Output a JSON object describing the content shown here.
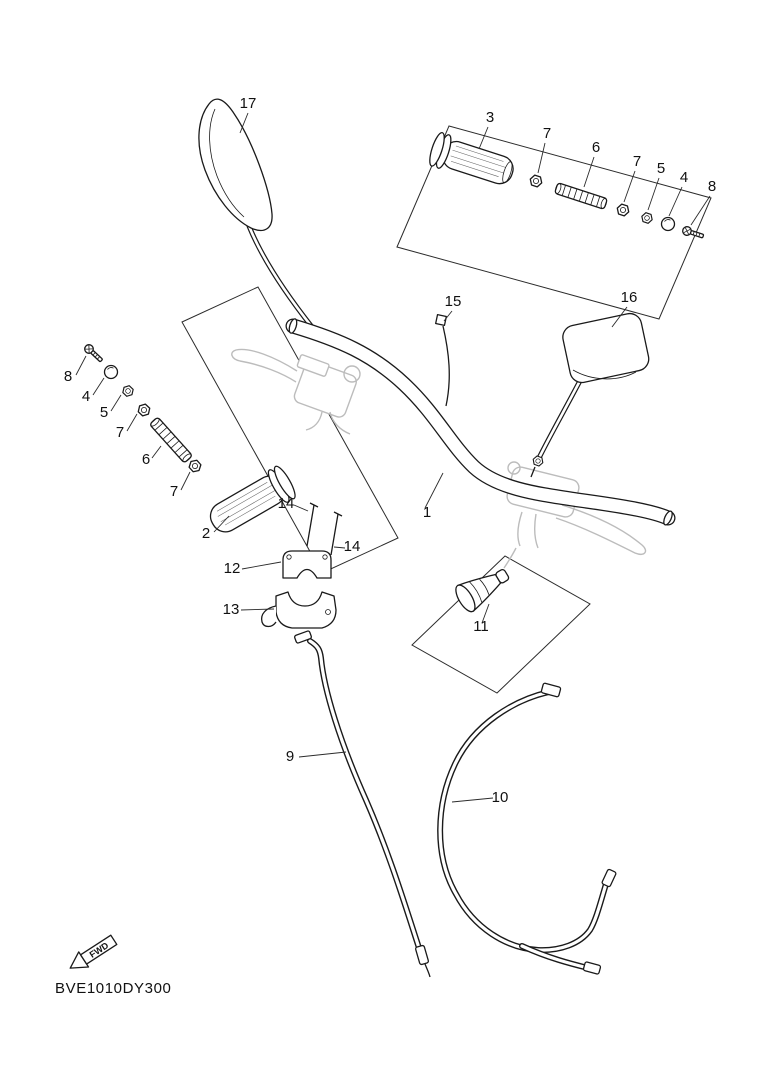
{
  "diagram": {
    "part_code": "BVE1010DY300",
    "fwd_label": "FWD",
    "colors": {
      "background": "#ffffff",
      "line": "#1a1a1a",
      "ghost": "#bcbcbc"
    },
    "callouts": [
      {
        "part": "17"
      },
      {
        "part": "3"
      },
      {
        "part": "7"
      },
      {
        "part": "6"
      },
      {
        "part": "7"
      },
      {
        "part": "5"
      },
      {
        "part": "4"
      },
      {
        "part": "8"
      },
      {
        "part": "15"
      },
      {
        "part": "16"
      },
      {
        "part": "8"
      },
      {
        "part": "4"
      },
      {
        "part": "5"
      },
      {
        "part": "7"
      },
      {
        "part": "6"
      },
      {
        "part": "7"
      },
      {
        "part": "2"
      },
      {
        "part": "14"
      },
      {
        "part": "14"
      },
      {
        "part": "1"
      },
      {
        "part": "12"
      },
      {
        "part": "13"
      },
      {
        "part": "11"
      },
      {
        "part": "9"
      },
      {
        "part": "10"
      }
    ]
  }
}
